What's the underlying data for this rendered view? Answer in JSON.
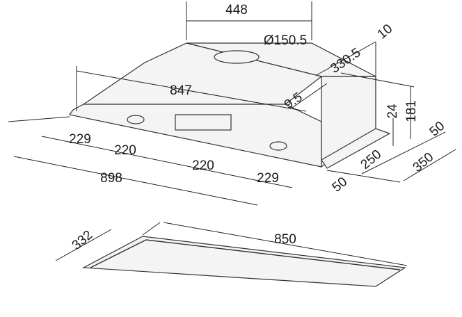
{
  "hood_dimensions": {
    "width_top": "448",
    "duct_diameter": "Ø150.5",
    "rear_offset": "10",
    "depth_top": "330.5",
    "inner_width": "847",
    "front_offset": "9.5",
    "flange_height": "24",
    "total_height": "181",
    "side_flange": "50",
    "spacing_left": "229",
    "spacing_mid_left": "220",
    "spacing_mid_right": "220",
    "spacing_right": "229",
    "total_width": "898",
    "depth_inner": "250",
    "depth_total": "350",
    "front_flange": "50"
  },
  "cutout_dimensions": {
    "depth": "332",
    "width": "850"
  }
}
